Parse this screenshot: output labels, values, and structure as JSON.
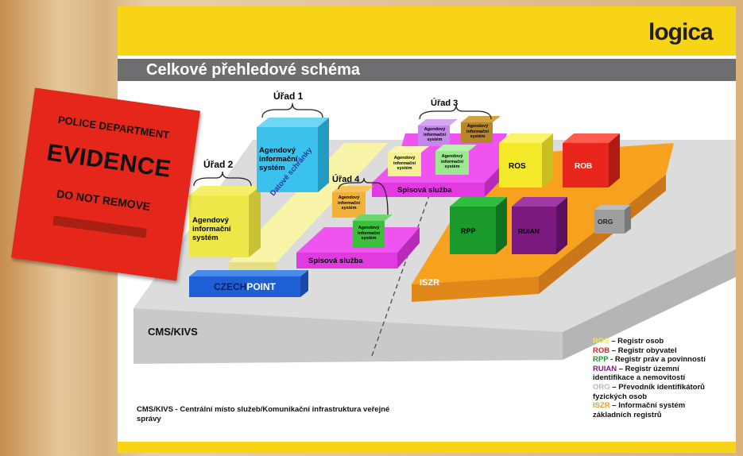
{
  "slide": {
    "logo": "logica",
    "title": "Celkové přehledové schéma"
  },
  "diagram": {
    "urad1": "Úřad 1",
    "urad2": "Úřad 2",
    "urad3": "Úřad 3",
    "urad4": "Úřad 4",
    "agendovy_big": [
      "Agendový",
      "informační",
      "systém"
    ],
    "agendovy_small": [
      "Agendový",
      "informační",
      "systém"
    ],
    "datove_schranky": "Datové schránky",
    "spisova_sluzba": "Spisová služba",
    "czech": "CZECH",
    "point": "POINT",
    "iszr": "ISZR",
    "ros": "ROS",
    "rob": "ROB",
    "rpp": "RPP",
    "ruian": "RUIAN",
    "org": "ORG",
    "cms": "CMS/KIVS"
  },
  "legend": [
    {
      "key": "ROS",
      "color": "#f2e84a",
      "text": " – Registr osob"
    },
    {
      "key": "ROB",
      "color": "#e3221e",
      "text": " – Registr obyvatel"
    },
    {
      "key": "RPP",
      "color": "#1a9a2a",
      "text": " -  Registr práv a povinností"
    },
    {
      "key": "RUIAN",
      "color": "#7a1a7e",
      "text": " – Registr územní"
    },
    {
      "key": "",
      "color": "#111111",
      "text": "identifikace a nemovitostí"
    },
    {
      "key": "ORG",
      "color": "#b8b8b8",
      "text": " – Převodník identifikátorů"
    },
    {
      "key": "",
      "color": "#111111",
      "text": "fyzických osob"
    },
    {
      "key": "ISZR",
      "color": "#f39a1e",
      "text": " – Informační systém"
    },
    {
      "key": "",
      "color": "#111111",
      "text": "základních registrů"
    }
  ],
  "footnote": "CMS/KIVS - Centrální místo služeb/Komunikační infrastruktura veřejné správy",
  "sticker": {
    "line1": "POLICE DEPARTMENT",
    "line2": "EVIDENCE",
    "line3": "DO NOT REMOVE"
  }
}
